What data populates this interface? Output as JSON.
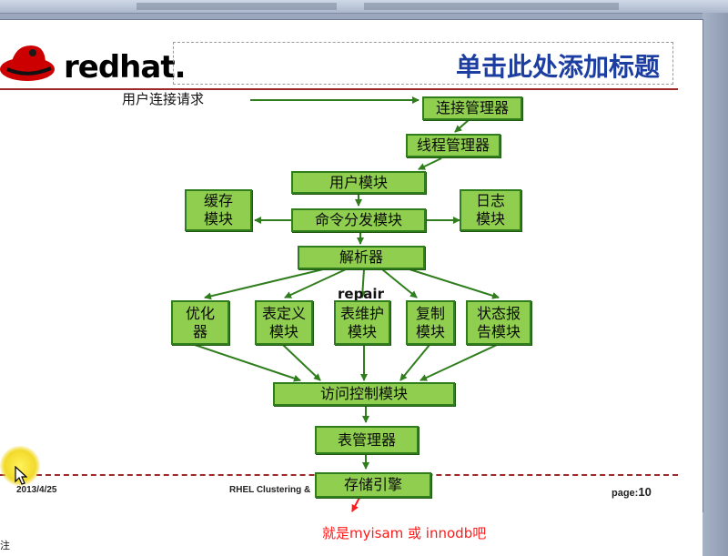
{
  "slide": {
    "logo_text": "redhat.",
    "title": "单击此处添加标题",
    "request_label": "用户连接请求",
    "annotation": "repair"
  },
  "boxes": {
    "connection_manager": "连接管理器",
    "thread_manager": "线程管理器",
    "user_module": "用户模块",
    "cache_module": [
      "缓存",
      "模块"
    ],
    "command_dispatch_module": "命令分发模块",
    "log_module": [
      "日志",
      "模块"
    ],
    "parser": "解析器",
    "optimizer": [
      "优化",
      "器"
    ],
    "table_definition_module": [
      "表定义",
      "模块"
    ],
    "table_maintenance_module": [
      "表维护",
      "模块"
    ],
    "replication_module": [
      "复制",
      "模块"
    ],
    "status_report_module": [
      "状态报",
      "告模块"
    ],
    "access_control_module": "访问控制模块",
    "table_manager": "表管理器",
    "storage_engine": "存储引擎"
  },
  "footer": {
    "date": "2013/4/25",
    "course": "RHEL Clustering &",
    "page_label": "page:",
    "page_number": "10"
  },
  "caption": "就是myisam 或 innodb吧",
  "left_edge_text": "注",
  "colors": {
    "box_fill": "#8fce4f",
    "box_border": "#2f7d1c",
    "arrow": "#2f7d1c",
    "title": "#1c3ea0",
    "accent_line": "#9c2a2a",
    "caption": "#ff1a1a"
  }
}
